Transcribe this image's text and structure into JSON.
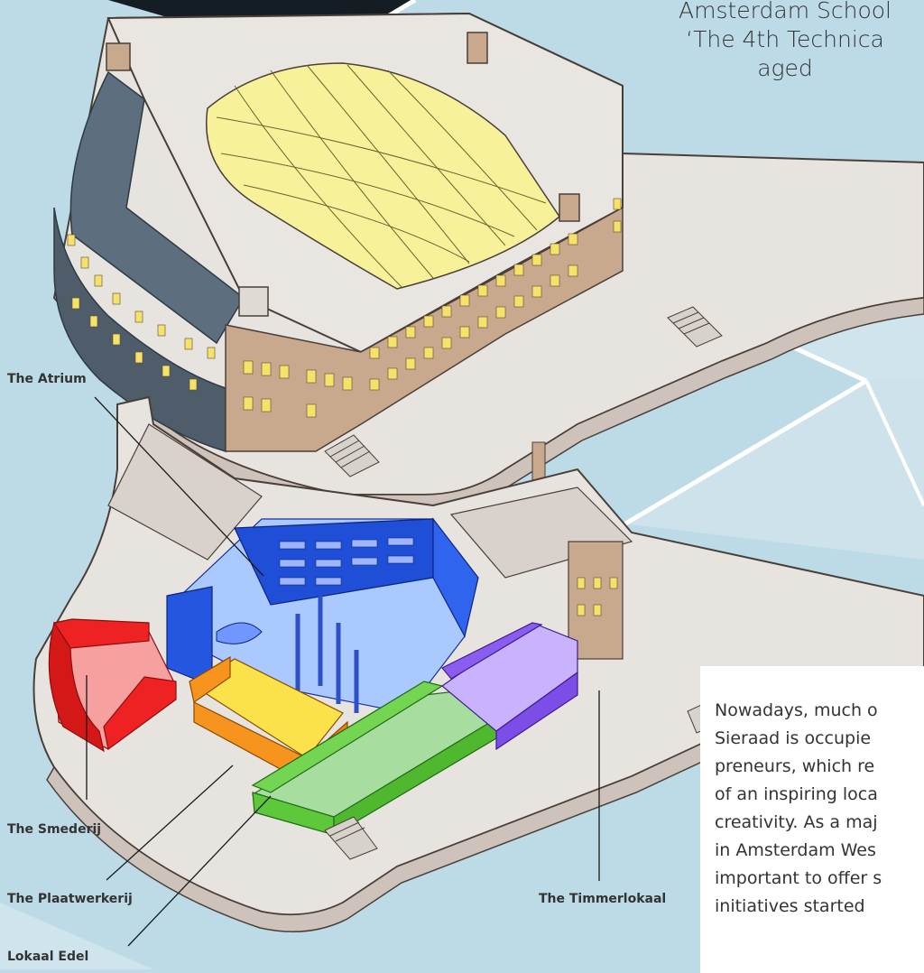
{
  "intro": {
    "lines": [
      "Amsterdam School",
      "‘The 4th Technica",
      "aged"
    ]
  },
  "description": "Nowadays, much o\nSieraad is occupie\npreneurs, which re\nof an inspiring loca\ncreativity. As a maj\nin Amsterdam Wes\nimportant to offer s\ninitiatives started",
  "labels": {
    "atrium": "The Atrium",
    "smederij": "The Smederij",
    "plaatwerkerij": "The Plaatwerkerij",
    "lokaal_edel": "Lokaal Edel",
    "timmerlokaal": "The Timmerlokaal"
  },
  "colors": {
    "background": "#bcdbe7",
    "atrium": "#1f4fd6",
    "smederij": "#e82020",
    "plaatwerkerij": "#f7941d",
    "lokaal_edel": "#5cc83a",
    "timmerlokaal": "#8a5cf0",
    "glass_roof": "#f7f29a",
    "brick": "#c9a98e"
  }
}
